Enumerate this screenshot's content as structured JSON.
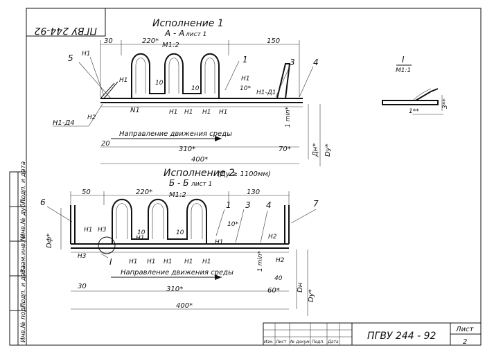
{
  "corner_stamp": "ПГВУ 244-92",
  "title_block": {
    "designation": "ПГВУ 244 - 92",
    "sheet_label": "Лист",
    "sheet_number": "2",
    "columns": [
      "Изм.",
      "Лист",
      "№ докум.",
      "Подп.",
      "Дата"
    ]
  },
  "side_stamp": [
    "Инв.№ подл.",
    "Подп. и дата",
    "Взам.инв.№",
    "Инв.№ дубл.",
    "Подп. и дата"
  ],
  "detail": {
    "roman": "I",
    "scale": "М1:1",
    "dim1": "1**",
    "dim2": "3**"
  },
  "view1": {
    "title": "Исполнение 1",
    "section": "А - А",
    "sheet_ref": "лист 1",
    "scale": "М1:2",
    "flow_label": "Направление движения среды",
    "dims": {
      "left_top": "30",
      "corrugation": "220*",
      "right_top": "150",
      "left_bottom": "20",
      "middle_bottom": "310*",
      "right_bottom": "70*",
      "overall": "400*",
      "wave_gap_1": "10",
      "wave_gap_2": "10",
      "end_gap": "10*"
    },
    "positions": {
      "p1": "1",
      "p3": "3",
      "p4": "4",
      "p5": "5"
    },
    "weld_marks": {
      "h1_top": "Н1",
      "h1_left": "Н1",
      "h1_a": "Н1",
      "h1_b": "Н1",
      "h1_c": "Н1",
      "h1_d": "Н1",
      "h1_e": "Н1",
      "h1_d1": "Н1-Д1",
      "h1_d4": "Н1-Д4",
      "n2": "Н2",
      "n1_under": "N1"
    },
    "side_labels": {
      "dn": "Дн*",
      "dy": "Dу*",
      "min": "1 min*"
    }
  },
  "view2": {
    "title": "Исполнение 2",
    "condition": "(Ду ≥ 1100мм)",
    "section": "Б - Б",
    "sheet_ref": "лист 1",
    "scale": "М1:2",
    "flow_label": "Направление движения среды",
    "dims": {
      "left_top": "50",
      "corrugation": "220*",
      "right_top": "130",
      "left_bottom": "30",
      "middle_bottom": "310*",
      "right_bottom": "60*",
      "overall": "400*",
      "wave_gap_1": "10",
      "wave_gap_2": "10",
      "end_gap": "10*",
      "right_step": "40"
    },
    "positions": {
      "p1": "1",
      "p3": "3",
      "p4": "4",
      "p6": "6",
      "p7": "7"
    },
    "weld_marks": {
      "n1_left": "Н1",
      "n3": "Н3",
      "n3_low": "Н3",
      "n1_a": "Н1",
      "n1_b": "Н1",
      "n1_c": "Н1",
      "n1_d": "Н1",
      "n1_e": "Н1",
      "n1_f": "Н1",
      "n1_g": "Н1",
      "n2_top": "Н2",
      "n2_low": "Н2"
    },
    "detail_callout": "I",
    "side_labels": {
      "df": "Dф*",
      "dn": "Dн",
      "dy": "Dу*",
      "min": "1 min*"
    }
  }
}
